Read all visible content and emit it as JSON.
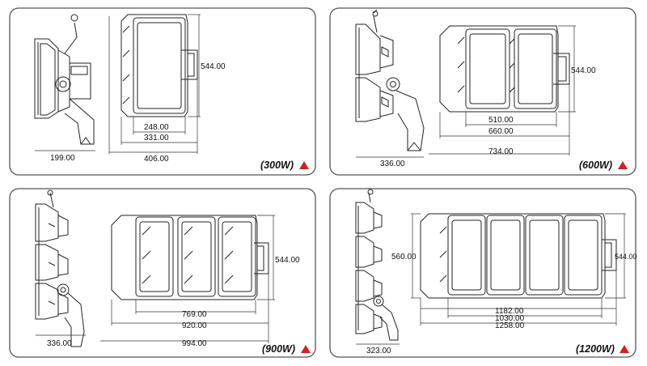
{
  "panels": [
    {
      "id": "300w",
      "wattage": "(300W)",
      "width_label": "544.00",
      "dims": [
        "248.00",
        "331.00",
        "406.00"
      ],
      "side_dim": "199.00"
    },
    {
      "id": "600w",
      "wattage": "(600W)",
      "width_label": "544.00",
      "dims": [
        "510.00",
        "660.00",
        "734.00"
      ],
      "side_dim": "336.00"
    },
    {
      "id": "900w",
      "wattage": "(900W)",
      "width_label": "544.00",
      "dims": [
        "769.00",
        "920.00",
        "994.00"
      ],
      "side_dim": "336.00"
    },
    {
      "id": "1200w",
      "wattage": "(1200W)",
      "width_label": "544.00",
      "height_label": "560.00",
      "dims": [
        "1182.00",
        "1030.00",
        "1258.00"
      ],
      "side_dim": "323.00"
    }
  ],
  "colors": {
    "frame": "#555555",
    "line": "#222222",
    "dim_line": "#333333",
    "triangle": "#d42020"
  },
  "icons": {
    "warning": "red-triangle-icon"
  }
}
